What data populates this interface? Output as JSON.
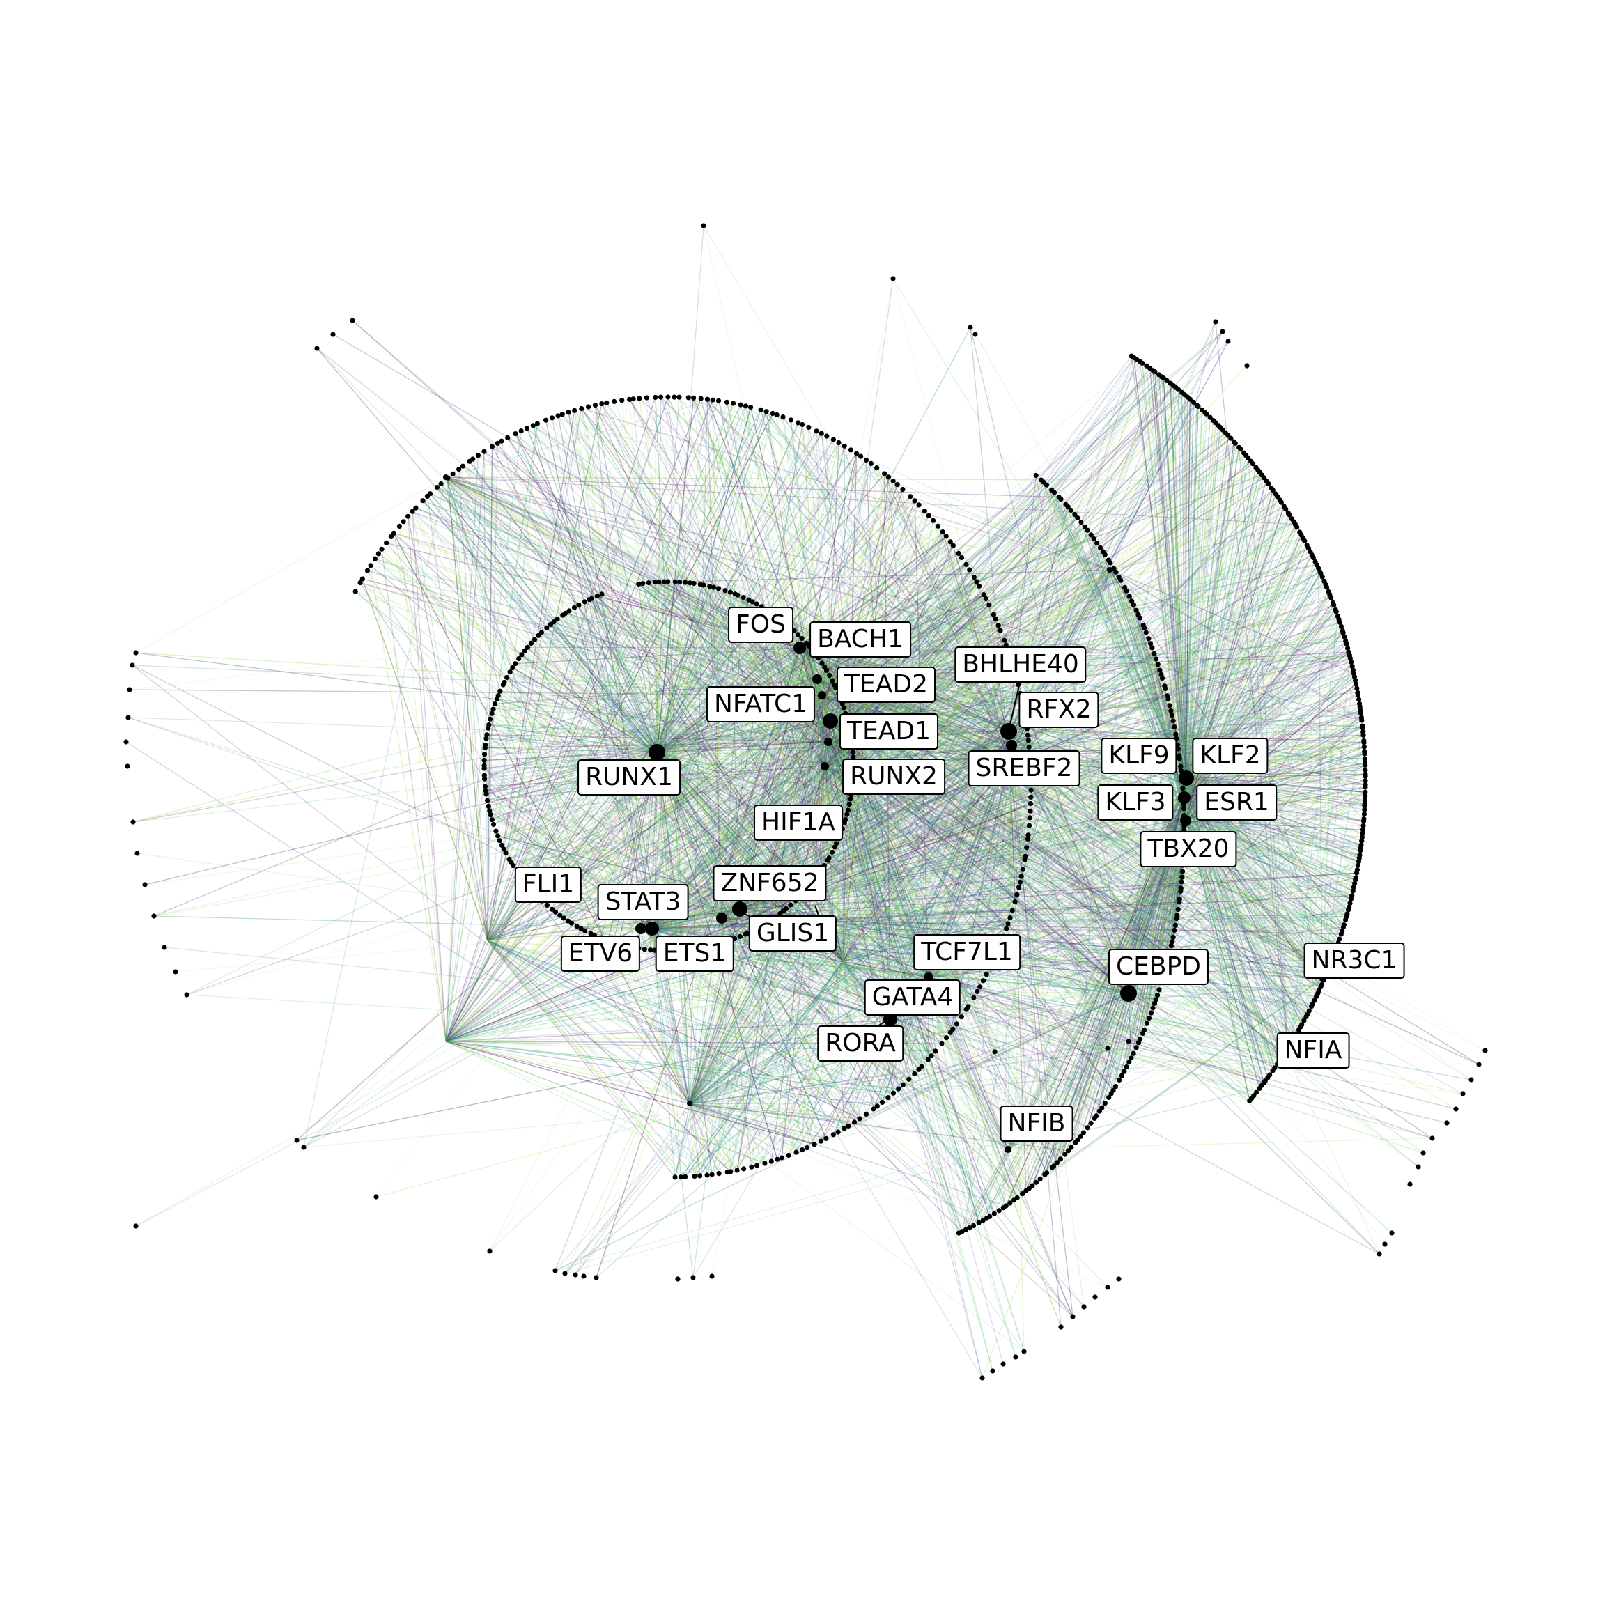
{
  "figure": {
    "background": "#ffffff",
    "node_color": "#000000",
    "edge_colormap": [
      "#440154",
      "#3b528b",
      "#21918c",
      "#5ec962",
      "#a0da39"
    ],
    "hub_labels": [
      "FOS",
      "BACH1",
      "TEAD2",
      "NFATC1",
      "TEAD1",
      "RUNX1",
      "RUNX2",
      "BHLHE40",
      "RFX2",
      "SREBF2",
      "HIF1A",
      "KLF9",
      "KLF2",
      "KLF3",
      "ESR1",
      "TBX20",
      "FLI1",
      "STAT3",
      "ZNF652",
      "GLIS1",
      "ETV6",
      "ETS1",
      "TCF7L1",
      "GATA4",
      "CEBPD",
      "NR3C1",
      "RORA",
      "NFIA",
      "NFIB"
    ]
  }
}
